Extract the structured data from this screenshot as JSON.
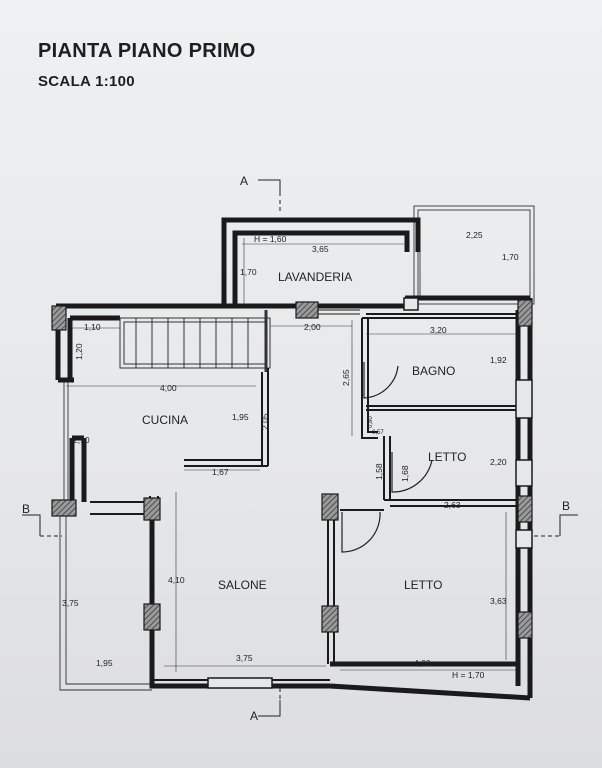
{
  "header": {
    "title": "PIANTA PIANO PRIMO",
    "scale": "SCALA 1:100"
  },
  "rooms": {
    "lavanderia": "LAVANDERIA",
    "bagno": "BAGNO",
    "cucina": "CUCINA",
    "letto_small": "LETTO",
    "salone": "SALONE",
    "letto_large": "LETTO"
  },
  "sections": {
    "a_top": "A",
    "a_bottom": "A",
    "b_left": "B",
    "b_right": "B"
  },
  "dimensions": {
    "h_lavanderia": "H = 1,60",
    "lav_width": "3,65",
    "lav_height": "1,70",
    "terrace_width": "2,25",
    "terrace_height": "1,70",
    "corridor_top": "2,00",
    "stair_left": "1,10",
    "wall_left": "1,20",
    "bagno_width": "3,20",
    "bagno_height": "1,92",
    "corridor_height": "2,65",
    "cucina_width": "4,00",
    "cucina_inner": "1,95",
    "cucina_depth": "2,05",
    "cucina_bottom": "1,67",
    "cucina_left": "2,90",
    "door_small_1": "0,80",
    "door_small_2": "0,57",
    "letto_door_1": "1,58",
    "letto_door_2": "1,68",
    "letto_height": "2,20",
    "letto_width": "2,63",
    "salone_height": "4,10",
    "balcony_left": "3,75",
    "balcony_bottom": "1,95",
    "salone_width": "3,75",
    "letto_large_width": "4,00",
    "letto_large_height": "3,63",
    "h_bottom": "H = 1,70"
  }
}
